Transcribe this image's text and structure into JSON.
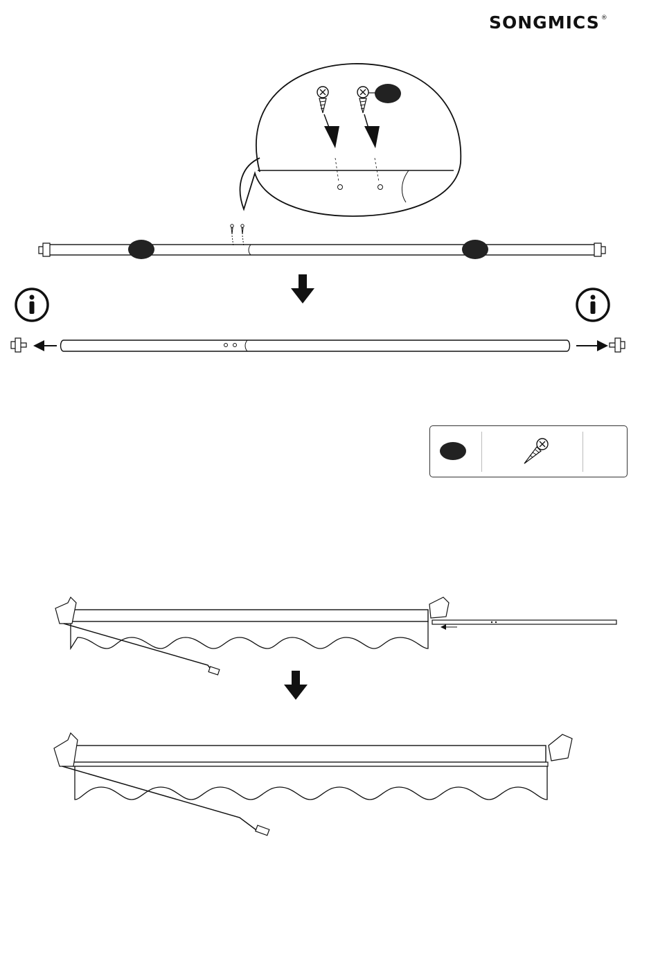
{
  "brand": {
    "name": "SONGMICS",
    "mark": "®"
  },
  "steps": [
    {
      "id": "remove-screws-and-end-caps",
      "info_icon": "info-icon",
      "arrow": "arrow-down-icon"
    },
    {
      "id": "insert-bar-into-awning",
      "arrow": "arrow-down-icon"
    }
  ],
  "parts_box": {
    "icon": "screw-icon",
    "quantity": ""
  },
  "colors": {
    "ink": "#111111",
    "fill": "#ffffff",
    "badge": "#222222"
  }
}
